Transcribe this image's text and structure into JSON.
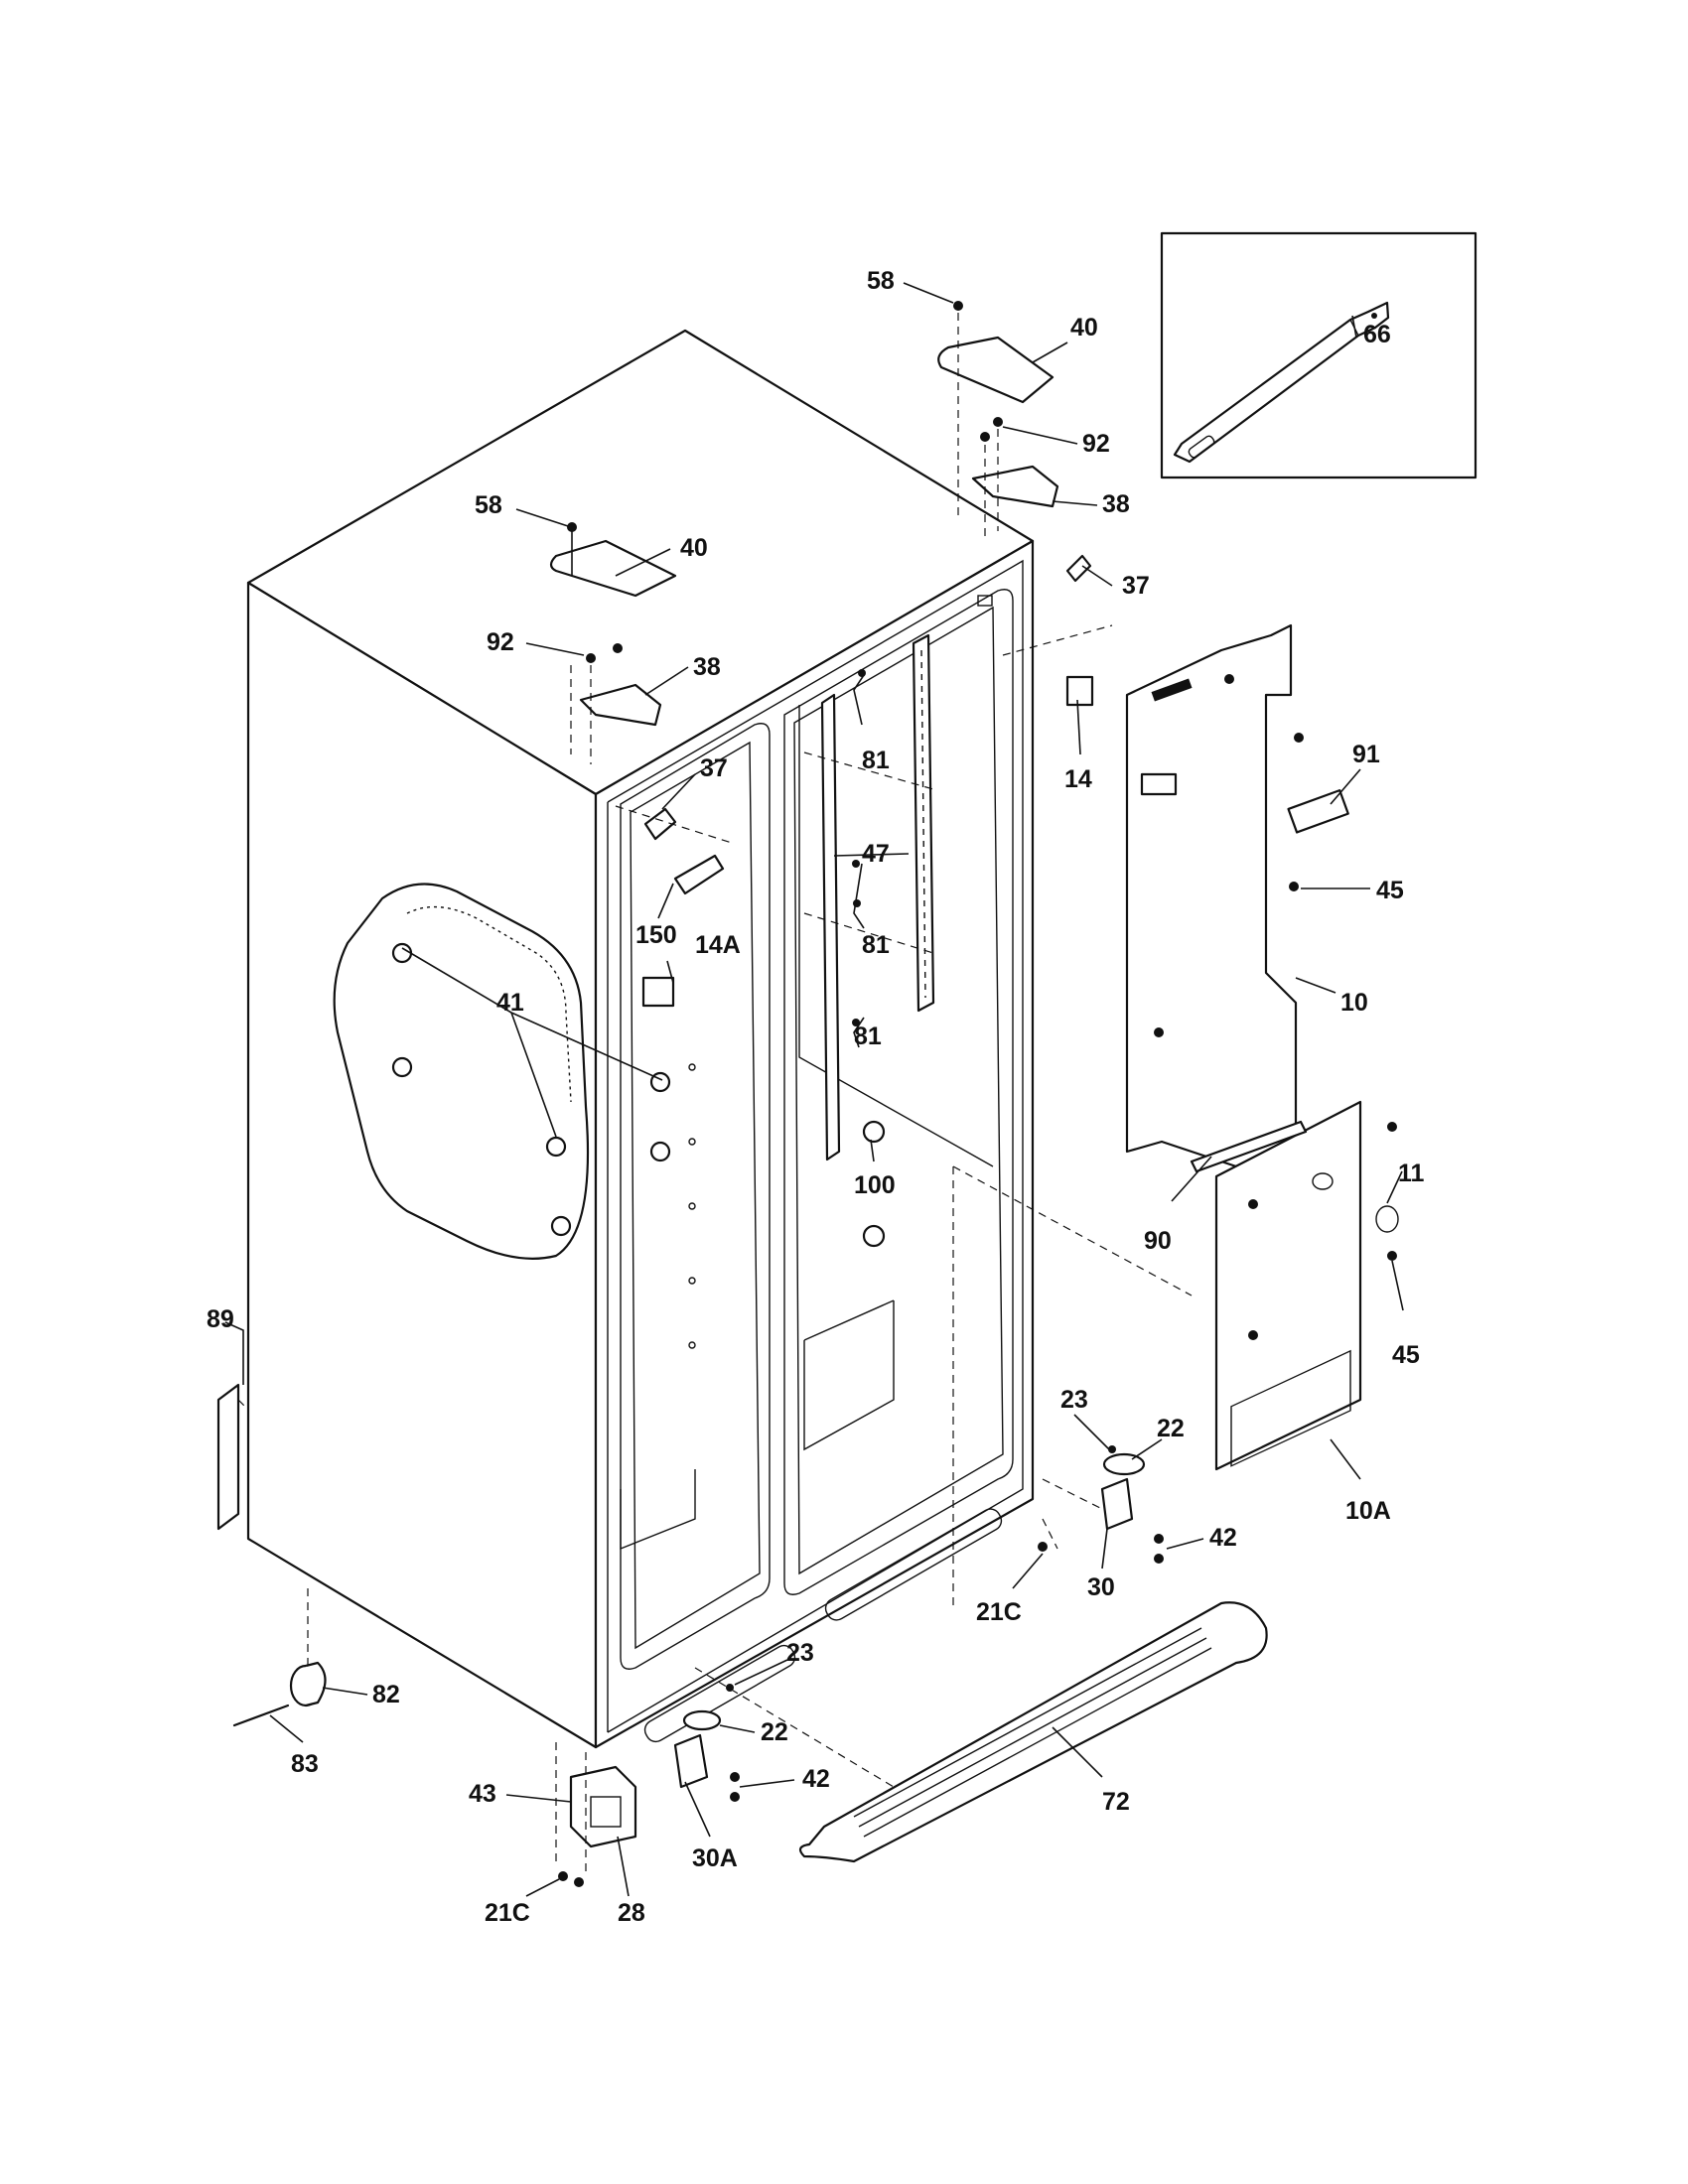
{
  "diagram": {
    "parts": [
      {
        "id": "p58a",
        "label": "58"
      },
      {
        "id": "p40a",
        "label": "40"
      },
      {
        "id": "p92a",
        "label": "92"
      },
      {
        "id": "p38a",
        "label": "38"
      },
      {
        "id": "p37a",
        "label": "37"
      },
      {
        "id": "p14",
        "label": "14"
      },
      {
        "id": "p66",
        "label": "66"
      },
      {
        "id": "p58b",
        "label": "58"
      },
      {
        "id": "p40b",
        "label": "40"
      },
      {
        "id": "p92b",
        "label": "92"
      },
      {
        "id": "p38b",
        "label": "38"
      },
      {
        "id": "p37b",
        "label": "37"
      },
      {
        "id": "p81a",
        "label": "81"
      },
      {
        "id": "p47",
        "label": "47"
      },
      {
        "id": "p81b",
        "label": "81"
      },
      {
        "id": "p81c",
        "label": "81"
      },
      {
        "id": "p150",
        "label": "150"
      },
      {
        "id": "p14a",
        "label": "14A"
      },
      {
        "id": "p41",
        "label": "41"
      },
      {
        "id": "p100",
        "label": "100"
      },
      {
        "id": "p91",
        "label": "91"
      },
      {
        "id": "p45a",
        "label": "45"
      },
      {
        "id": "p10",
        "label": "10"
      },
      {
        "id": "p11",
        "label": "11"
      },
      {
        "id": "p90",
        "label": "90"
      },
      {
        "id": "p45b",
        "label": "45"
      },
      {
        "id": "p89",
        "label": "89"
      },
      {
        "id": "p23a",
        "label": "23"
      },
      {
        "id": "p22a",
        "label": "22"
      },
      {
        "id": "p10a",
        "label": "10A"
      },
      {
        "id": "p42a",
        "label": "42"
      },
      {
        "id": "p30",
        "label": "30"
      },
      {
        "id": "p21ca",
        "label": "21C"
      },
      {
        "id": "p23b",
        "label": "23"
      },
      {
        "id": "p82",
        "label": "82"
      },
      {
        "id": "p22b",
        "label": "22"
      },
      {
        "id": "p83",
        "label": "83"
      },
      {
        "id": "p42b",
        "label": "42"
      },
      {
        "id": "p43",
        "label": "43"
      },
      {
        "id": "p72",
        "label": "72"
      },
      {
        "id": "p30a",
        "label": "30A"
      },
      {
        "id": "p21cb",
        "label": "21C"
      },
      {
        "id": "p28",
        "label": "28"
      }
    ]
  }
}
